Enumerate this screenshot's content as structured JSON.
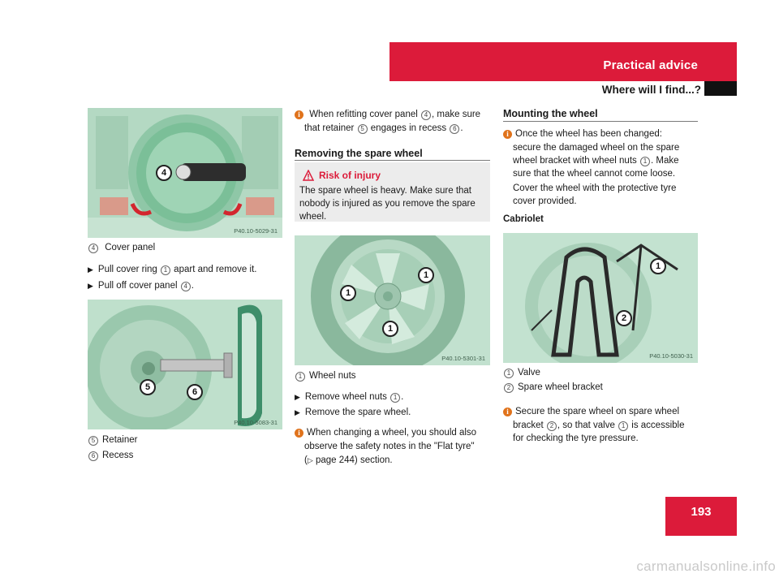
{
  "header": {
    "section": "Practical advice",
    "subsection": "Where will I find...?"
  },
  "page_number": "193",
  "left": {
    "image1_ref": "P40.10-5029-31",
    "image1_callout": "4",
    "legend1": [
      {
        "num": "4",
        "text": "Cover panel"
      }
    ],
    "steps": [
      {
        "before": "Pull cover ring ",
        "num": "1",
        "after": " apart and remove it."
      },
      {
        "before": "Pull off cover panel ",
        "num": "4",
        "after": "."
      }
    ],
    "image2_ref": "P40.10-5083-31",
    "image2_callouts": [
      "5",
      "6"
    ],
    "legend2": [
      {
        "num": "5",
        "text": "Retainer"
      },
      {
        "num": "6",
        "text": "Recess"
      }
    ]
  },
  "middle": {
    "note1": {
      "line1_a": "When refitting cover panel ",
      "line1_num": "4",
      "line1_b": ", make sure",
      "line2_a": "that retainer ",
      "line2_num": "5",
      "line2_b": " engages in recess ",
      "line2_num2": "6",
      "line2_c": "."
    },
    "heading": "Removing the spare wheel",
    "warning": {
      "title": "Risk of injury",
      "lines": [
        "The spare wheel is heavy. Make sure that",
        "nobody is injured as you remove the spare",
        "wheel."
      ]
    },
    "image_ref": "P40.10-5301-31",
    "image_callouts": [
      "1",
      "1",
      "1"
    ],
    "legend": [
      {
        "num": "1",
        "text": "Wheel nuts"
      }
    ],
    "steps": [
      {
        "before": "Remove wheel nuts ",
        "num": "1",
        "after": "."
      },
      {
        "before": "Remove the spare wheel.",
        "num": "",
        "after": ""
      }
    ],
    "note2": {
      "line1": "When changing a wheel, you should also",
      "line2": "observe the safety notes in the \"Flat tyre\"",
      "line3_a": "(",
      "line3_arrow": "▷",
      "line3_b": " page 244) section."
    }
  },
  "right": {
    "heading": "Mounting the wheel",
    "note": {
      "line1": "Once the wheel has been changed:",
      "line2": "secure the damaged wheel on the spare",
      "line3_a": "wheel bracket with wheel nuts ",
      "line3_num": "1",
      "line3_b": ". Make",
      "line4": "sure that the wheel cannot come loose.",
      "line5": "Cover the wheel with the protective tyre",
      "line6": "cover provided."
    },
    "subheading": "Cabriolet",
    "image_ref": "P40.10-5030-31",
    "image_callouts": [
      "1",
      "2"
    ],
    "legend": [
      {
        "num": "1",
        "text": "Valve"
      },
      {
        "num": "2",
        "text": "Spare wheel bracket"
      }
    ],
    "note2": {
      "line1": "Secure the spare wheel on spare wheel",
      "line2_a": "bracket ",
      "line2_num": "2",
      "line2_b": ", so that valve ",
      "line2_num2": "1",
      "line2_c": " is accessible",
      "line3": "for checking the tyre pressure."
    }
  },
  "watermark": "carmanualsonline.info",
  "colors": {
    "accent": "#dc1b3a",
    "info": "#e0731c",
    "image_tint": "#b9dcc8"
  }
}
